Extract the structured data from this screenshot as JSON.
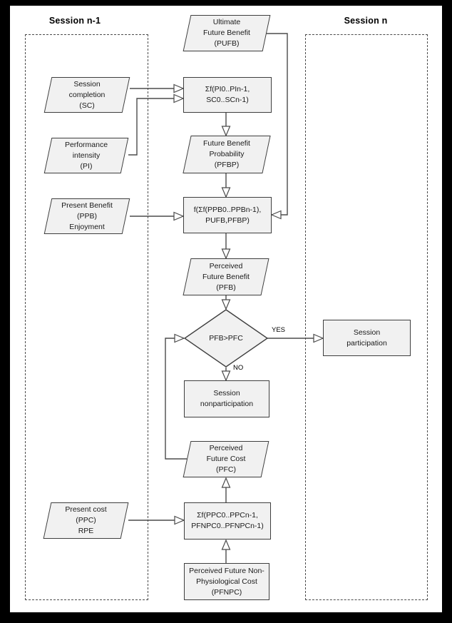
{
  "title_left": "Session n-1",
  "title_right": "Session n",
  "nodes": {
    "pufb": "Ultimate\nFuture Benefit\n(PUFB)",
    "sum_pi_sc": "Σf(PI0..PIn-1,\nSC0..SCn-1)",
    "sc": "Session\ncompletion\n(SC)",
    "pi": "Performance\nintensity\n(PI)",
    "pfbp": "Future Benefit\nProbability\n(PFBP)",
    "ppb": "Present Benefit\n(PPB)\nEnjoyment",
    "f_ppb_pufb_pfbp": "f(Σf(PPB0..PPBn-1),\nPUFB,PFBP)",
    "pfb": "Perceived\nFuture Benefit\n(PFB)",
    "decision": "PFB>PFC",
    "participation": "Session\nparticipation",
    "nonparticipation": "Session\nnonparticipation",
    "pfc": "Perceived\nFuture Cost\n(PFC)",
    "sum_ppc_pfnpc": "Σf(PPC0..PPCn-1,\nPFNPC0..PFNPCn-1)",
    "pfnpc": "Perceived Future Non-\nPhysiological Cost\n(PFNPC)",
    "ppc": "Present cost\n(PPC)\nRPE"
  },
  "edge_labels": {
    "yes": "YES",
    "no": "NO"
  },
  "colors": {
    "page_bg": "#000000",
    "canvas_bg": "#ffffff",
    "node_fill": "#f1f1f1",
    "node_border": "#3e3e3e",
    "connector": "#4b4b4b",
    "text_color": "#1a1a1a"
  }
}
